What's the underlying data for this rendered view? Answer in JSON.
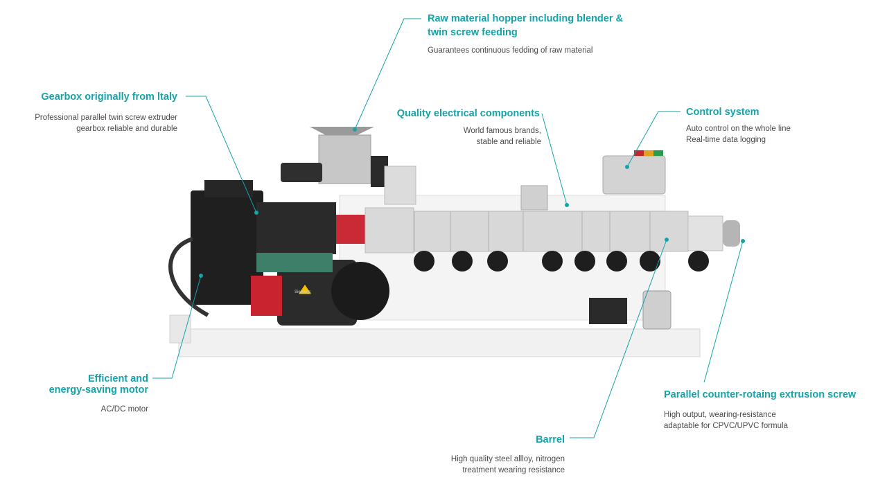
{
  "colors": {
    "accent": "#14a3a8",
    "text": "#4a4a4a"
  },
  "callouts": {
    "hopper": {
      "title1": "Raw material hopper including blender &",
      "title2": "twin screw feeding",
      "desc1": "Guarantees continuous fedding of raw material"
    },
    "gearbox": {
      "title": "Gearbox originally from ltaly",
      "desc1": "Professional parallel twin screw extruder",
      "desc2": "gearbox reliable and durable"
    },
    "electrical": {
      "title": "Quality electrical components",
      "desc1": "World famous brands,",
      "desc2": "stable and reliable"
    },
    "control": {
      "title": "Control system",
      "desc1": "Auto control on the whole line",
      "desc2": "Real-time data logging"
    },
    "motor": {
      "title1": "Efficient and",
      "title2": "energy-saving motor",
      "desc1": "AC/DC motor"
    },
    "screw": {
      "title": "Parallel counter-rotaing extrusion screw",
      "desc1": "High output, wearing-resistance",
      "desc2": "adaptable for CPVC/UPVC formula"
    },
    "barrel": {
      "title": "Barrel",
      "desc1": "High quality steel allloy, nitrogen",
      "desc2": "treatment wearing resistance"
    }
  },
  "machine_labels": {
    "motor_brand": "Siemens"
  }
}
